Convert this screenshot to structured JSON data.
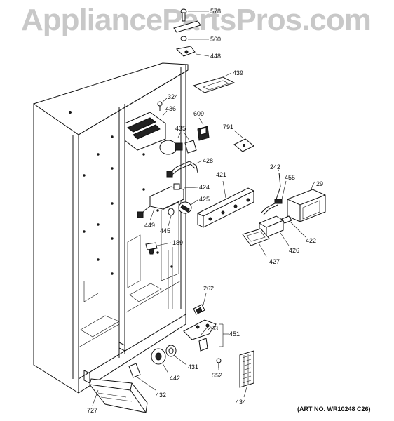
{
  "watermark": "AppliancePartsPros.com",
  "art_number": "(ART NO. WR10248 C26)",
  "parts": {
    "p578": "578",
    "p560": "560",
    "p448": "448",
    "p439": "439",
    "p324": "324",
    "p436": "436",
    "p609": "609",
    "p435": "435",
    "p791": "791",
    "p428": "428",
    "p421": "421",
    "p242": "242",
    "p455": "455",
    "p429": "429",
    "p424": "424",
    "p425": "425",
    "p449": "449",
    "p445": "445",
    "p422": "422",
    "p426": "426",
    "p189": "189",
    "p427": "427",
    "p262": "262",
    "p263": "263",
    "p451": "451",
    "p431": "431",
    "p442": "442",
    "p552": "552",
    "p432": "432",
    "p434": "434",
    "p727": "727"
  }
}
